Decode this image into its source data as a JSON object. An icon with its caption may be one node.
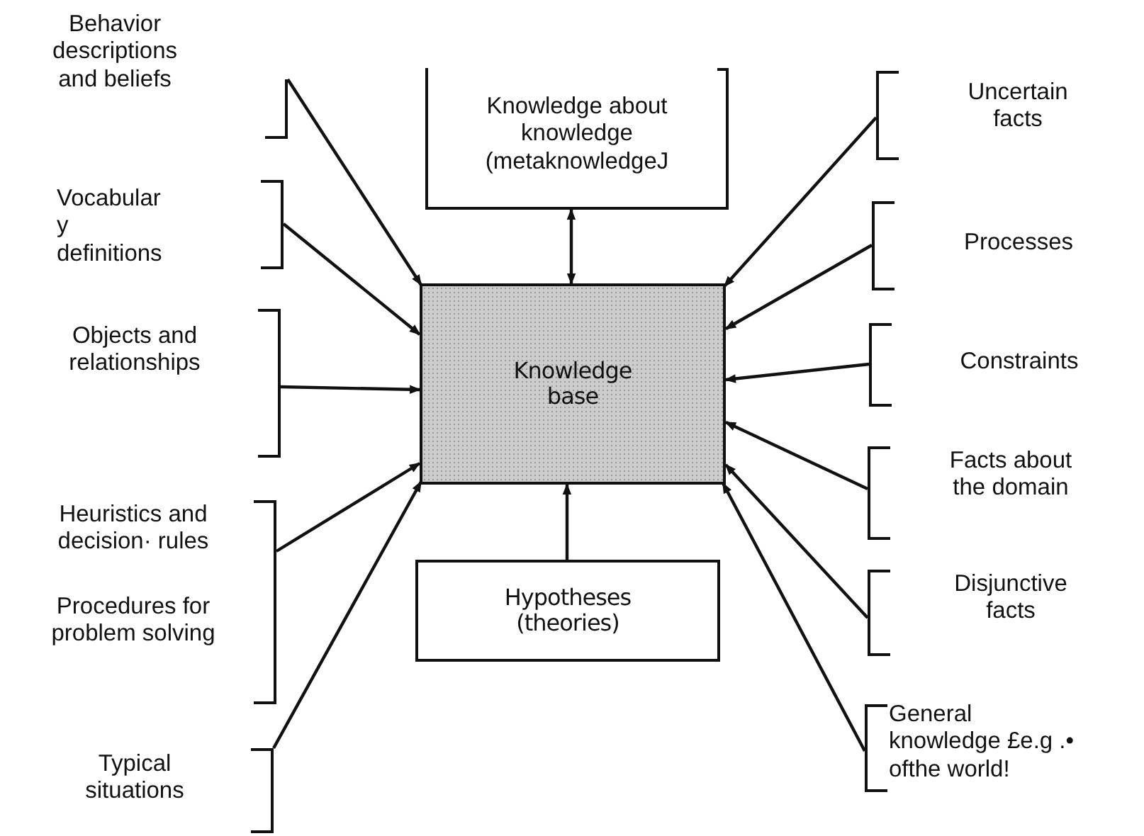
{
  "diagram": {
    "nodes": [
      {
        "text": [
          "Behavior descriptions and beliefs"
        ]
      },
      {
        "text": [
          "Knowledge about knowledge (metaknowledgeJ"
        ]
      },
      {
        "text": [
          "Uncertain facts"
        ]
      },
      {
        "text": [
          "Vocabular y definitions"
        ]
      },
      {
        "text": [
          "Processes"
        ]
      },
      {
        "text": [
          "Knowledge base"
        ]
      },
      {
        "text": [
          "Objects and relationships"
        ]
      },
      {
        "text": [
          "Constraints"
        ]
      },
      {
        "text": [
          "Facts about the domain"
        ]
      },
      {
        "text": [
          "Heuristics and decision· rules",
          "Procedures for problem solving"
        ]
      },
      {
        "text": [
          "Hypotheses (theories)"
        ]
      },
      {
        "text": [
          "Disjunctive facts"
        ]
      },
      {
        "text": [
          "Typical situations"
        ]
      },
      {
        "text": [
          "General knowledge £e.g .• ofthe world!"
        ]
      }
    ],
    "edges": [
      {
        "from": 0,
        "to": 5,
        "arrow": "to"
      },
      {
        "from": 3,
        "to": 5,
        "arrow": "to"
      },
      {
        "from": 6,
        "to": 5,
        "arrow": "to"
      },
      {
        "from": 9,
        "to": 5,
        "arrow": "to"
      },
      {
        "from": 12,
        "to": 5,
        "arrow": "to"
      },
      {
        "from": 1,
        "to": 5,
        "arrow": "both"
      },
      {
        "from": 10,
        "to": 5,
        "arrow": "to"
      },
      {
        "from": 2,
        "to": 5,
        "arrow": "to"
      },
      {
        "from": 4,
        "to": 5,
        "arrow": "to"
      },
      {
        "from": 7,
        "to": 5,
        "arrow": "to"
      },
      {
        "from": 8,
        "to": 5,
        "arrow": "to"
      },
      {
        "from": 11,
        "to": 5,
        "arrow": "to"
      },
      {
        "from": 13,
        "to": 5,
        "arrow": "to"
      }
    ]
  }
}
